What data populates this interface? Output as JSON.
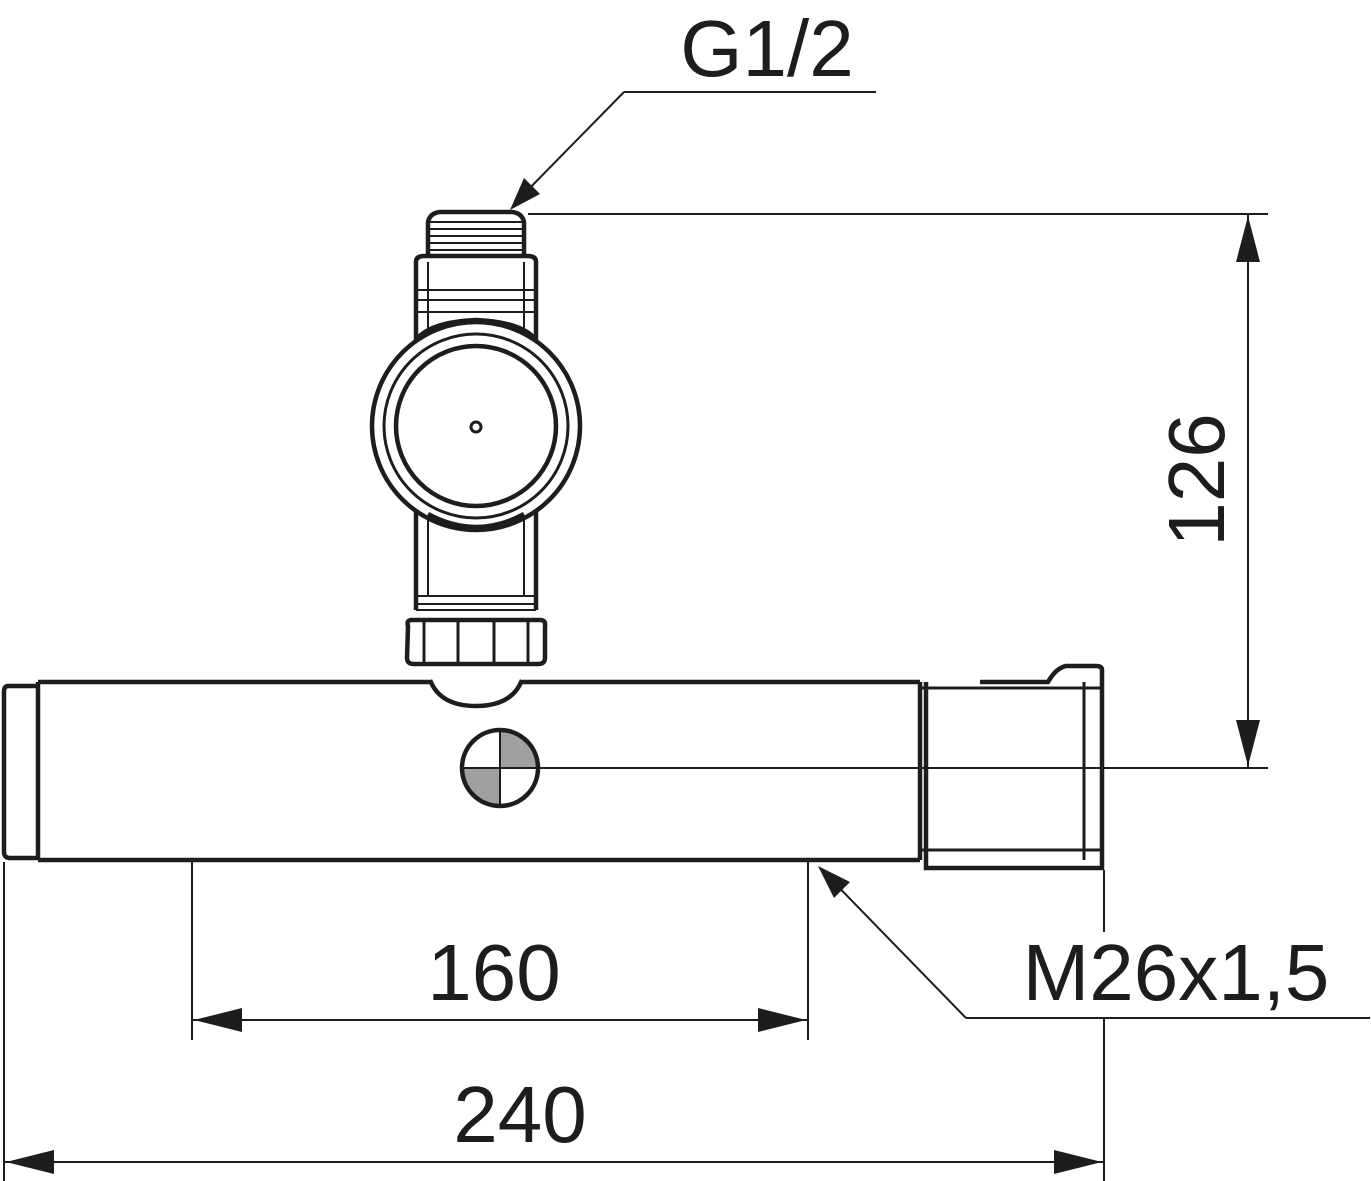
{
  "drawing": {
    "colors": {
      "ink": "#1d1d1b",
      "background": "#ffffff",
      "marker_fill": "#a0a0a0"
    },
    "labels": {
      "inlet_thread": "G1/2",
      "outlet_thread": "M26x1,5",
      "height": "126",
      "inlet_spacing": "160",
      "overall_length": "240"
    }
  }
}
